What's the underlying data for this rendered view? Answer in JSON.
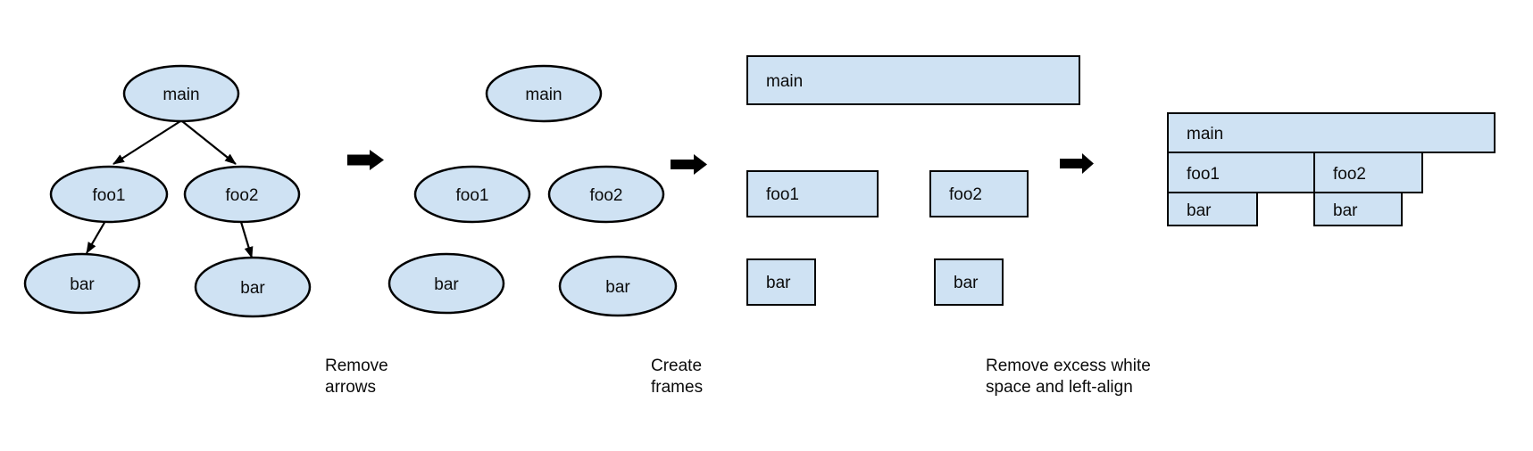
{
  "colors": {
    "node_fill": "#cfe2f3",
    "node_stroke": "#000000",
    "arrow": "#000000",
    "text": "#0b0b0b",
    "background": "#ffffff"
  },
  "stages": [
    {
      "nodes": [
        {
          "label": "main"
        },
        {
          "label": "foo1"
        },
        {
          "label": "foo2"
        },
        {
          "label": "bar"
        },
        {
          "label": "bar"
        }
      ]
    },
    {
      "nodes": [
        {
          "label": "main"
        },
        {
          "label": "foo1"
        },
        {
          "label": "foo2"
        },
        {
          "label": "bar"
        },
        {
          "label": "bar"
        }
      ]
    },
    {
      "frames": [
        {
          "label": "main"
        },
        {
          "label": "foo1"
        },
        {
          "label": "foo2"
        },
        {
          "label": "bar"
        },
        {
          "label": "bar"
        }
      ]
    },
    {
      "frames": [
        {
          "label": "main"
        },
        {
          "label": "foo1"
        },
        {
          "label": "foo2"
        },
        {
          "label": "bar"
        },
        {
          "label": "bar"
        }
      ]
    }
  ],
  "transitions": [
    {
      "label": "Remove arrows"
    },
    {
      "label": "Create frames"
    },
    {
      "label": "Remove excess white space and left-align"
    }
  ]
}
